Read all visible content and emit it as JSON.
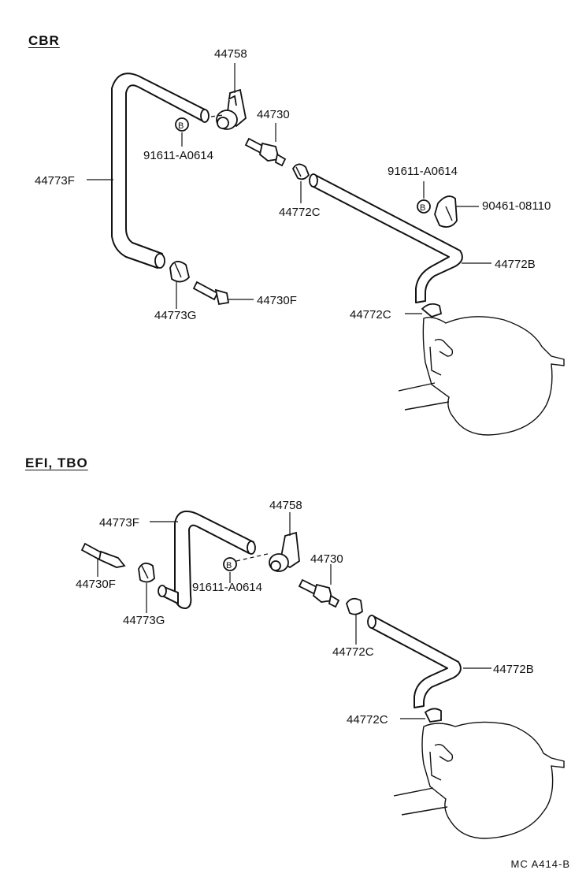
{
  "sections": [
    {
      "title": "CBR",
      "labels": {
        "p44758": "44758",
        "p44730": "44730",
        "p91611_a": "91611-A0614",
        "p44773F": "44773F",
        "p44772C_top": "44772C",
        "p91611_b": "91611-A0614",
        "p90461": "90461-08110",
        "p44772B": "44772B",
        "p44730F": "44730F",
        "p44773G": "44773G",
        "p44772C_bot": "44772C"
      },
      "bolt_marks": [
        "B",
        "B"
      ]
    },
    {
      "title": "EFI, TBO",
      "labels": {
        "p44758": "44758",
        "p44773F": "44773F",
        "p44730": "44730",
        "p44730F": "44730F",
        "p91611": "91611-A0614",
        "p44773G": "44773G",
        "p44772C_top": "44772C",
        "p44772B": "44772B",
        "p44772C_bot": "44772C"
      },
      "bolt_marks": [
        "B"
      ]
    }
  ],
  "footer": "MC  A414-B",
  "icons": [
    "hose-icon",
    "clamp-icon",
    "valve-icon",
    "bracket-icon",
    "bolt-icon",
    "engine-housing-icon"
  ]
}
